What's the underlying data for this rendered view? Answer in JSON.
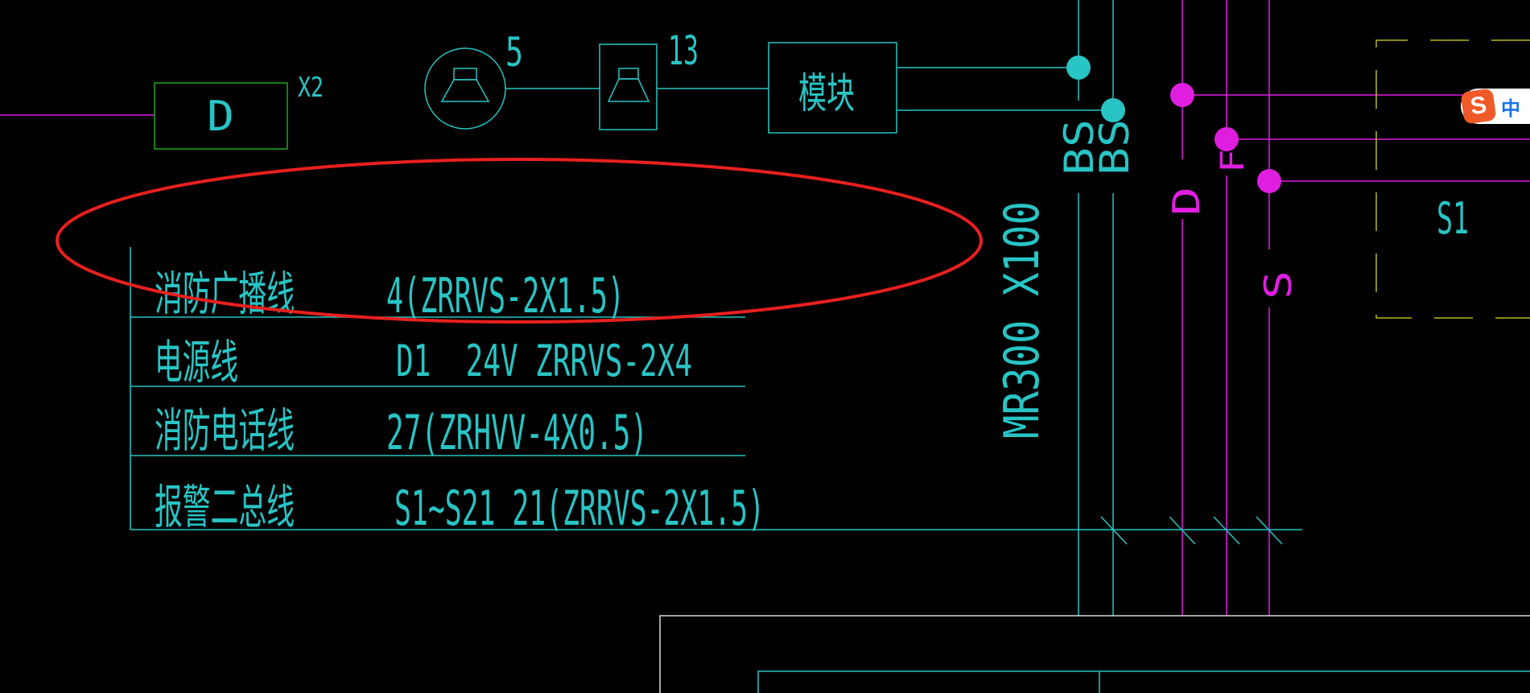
{
  "diagram": {
    "block_d": {
      "label": "D",
      "count": "X2"
    },
    "speaker": {
      "count": "5"
    },
    "speaker_box": {
      "count": "13"
    },
    "module": {
      "label": "模块"
    },
    "tray_label": "MR300 X100",
    "line_labels": {
      "bs": "BS",
      "d": "D",
      "f": "F",
      "s": "S"
    },
    "panel_label": "S1"
  },
  "legend": {
    "rows": [
      {
        "name": "消防广播线",
        "spec": "4(ZRRVS-2X1.5)"
      },
      {
        "name": "电源线",
        "spec": "D1  24V ZRRVS-2X4"
      },
      {
        "name": "消防电话线",
        "spec": "27(ZRHVV-4X0.5)"
      },
      {
        "name": "报警二总线",
        "spec": "S1~S21 21(ZRRVS-2X1.5)"
      }
    ]
  },
  "annotation": {
    "shape": "ellipse",
    "color": "#e8201e"
  },
  "ime": {
    "logo": "S",
    "mode": "中"
  },
  "colors": {
    "background": "#000000",
    "cyan": "#29c4c4",
    "magenta": "#e01ee0",
    "green": "#1fa81f",
    "yellow": "#b8b81c",
    "white": "#d8d8d8",
    "red": "#e8201e"
  }
}
